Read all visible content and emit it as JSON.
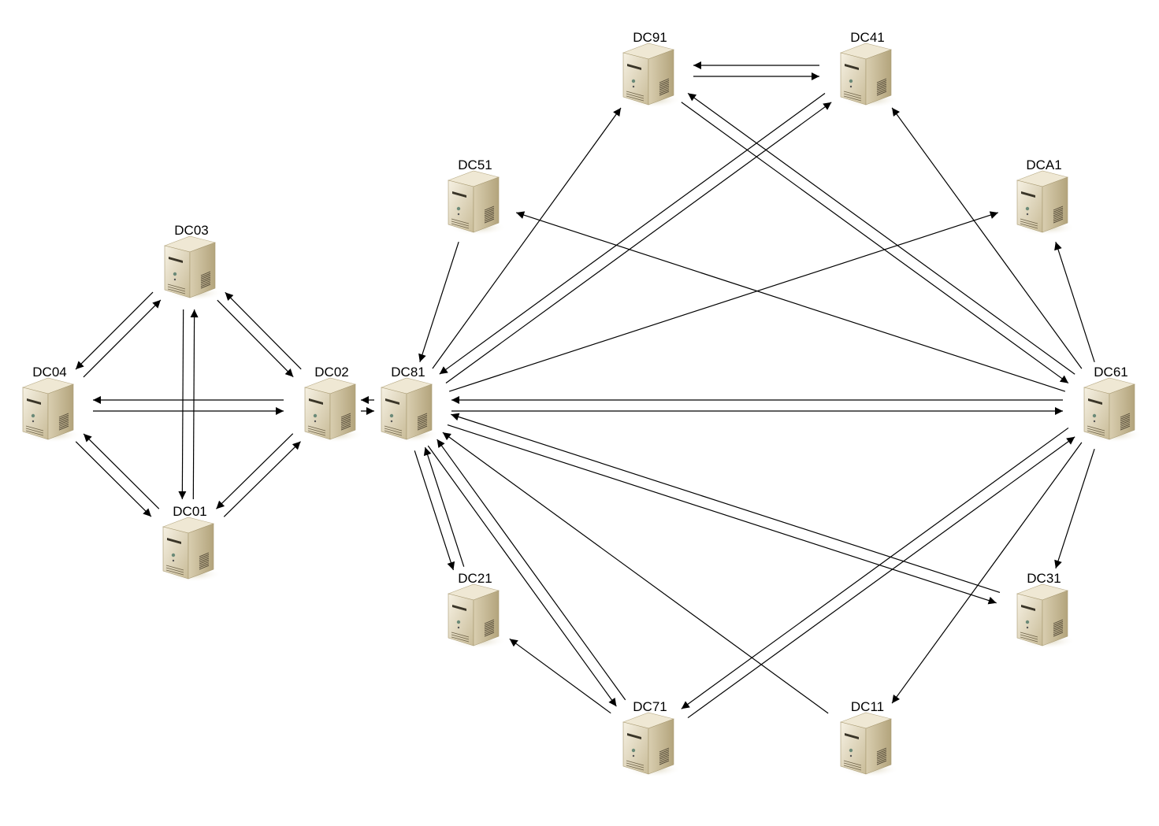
{
  "diagram": {
    "nodes": [
      {
        "id": "DC04",
        "label": "DC04"
      },
      {
        "id": "DC03",
        "label": "DC03"
      },
      {
        "id": "DC02",
        "label": "DC02"
      },
      {
        "id": "DC01",
        "label": "DC01"
      },
      {
        "id": "DC81",
        "label": "DC81"
      },
      {
        "id": "DC51",
        "label": "DC51"
      },
      {
        "id": "DC91",
        "label": "DC91"
      },
      {
        "id": "DC41",
        "label": "DC41"
      },
      {
        "id": "DCA1",
        "label": "DCA1"
      },
      {
        "id": "DC61",
        "label": "DC61"
      },
      {
        "id": "DC31",
        "label": "DC31"
      },
      {
        "id": "DC11",
        "label": "DC11"
      },
      {
        "id": "DC71",
        "label": "DC71"
      },
      {
        "id": "DC21",
        "label": "DC21"
      }
    ],
    "edges": [
      [
        "DC04",
        "DC03"
      ],
      [
        "DC03",
        "DC04"
      ],
      [
        "DC04",
        "DC02"
      ],
      [
        "DC02",
        "DC04"
      ],
      [
        "DC04",
        "DC01"
      ],
      [
        "DC01",
        "DC04"
      ],
      [
        "DC03",
        "DC02"
      ],
      [
        "DC02",
        "DC03"
      ],
      [
        "DC03",
        "DC01"
      ],
      [
        "DC01",
        "DC03"
      ],
      [
        "DC01",
        "DC02"
      ],
      [
        "DC02",
        "DC01"
      ],
      [
        "DC02",
        "DC81"
      ],
      [
        "DC81",
        "DC02"
      ],
      [
        "DC51",
        "DC81"
      ],
      [
        "DC81",
        "DC91"
      ],
      [
        "DC91",
        "DC41"
      ],
      [
        "DC41",
        "DC91"
      ],
      [
        "DC41",
        "DC81"
      ],
      [
        "DC81",
        "DC41"
      ],
      [
        "DC91",
        "DC61"
      ],
      [
        "DC61",
        "DC91"
      ],
      [
        "DC61",
        "DC41"
      ],
      [
        "DC61",
        "DC51"
      ],
      [
        "DC81",
        "DCA1"
      ],
      [
        "DC61",
        "DCA1"
      ],
      [
        "DC81",
        "DC61"
      ],
      [
        "DC61",
        "DC81"
      ],
      [
        "DC61",
        "DC31"
      ],
      [
        "DC31",
        "DC81"
      ],
      [
        "DC81",
        "DC31"
      ],
      [
        "DC61",
        "DC11"
      ],
      [
        "DC11",
        "DC81"
      ],
      [
        "DC71",
        "DC61"
      ],
      [
        "DC61",
        "DC71"
      ],
      [
        "DC71",
        "DC81"
      ],
      [
        "DC81",
        "DC71"
      ],
      [
        "DC21",
        "DC81"
      ],
      [
        "DC81",
        "DC21"
      ],
      [
        "DC71",
        "DC21"
      ]
    ]
  }
}
